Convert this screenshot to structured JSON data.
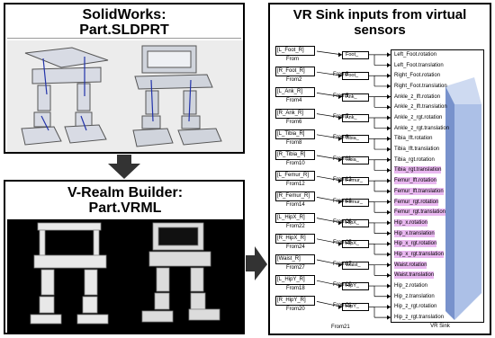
{
  "solidworks": {
    "title_line1": "SolidWorks:",
    "title_line2": "Part.SLDPRT"
  },
  "vrealm": {
    "title_line1": "V-Realm Builder:",
    "title_line2": "Part.VRML"
  },
  "diagram": {
    "title_line1": "VR Sink inputs from virtual",
    "title_line2": "sensors",
    "from_tags": [
      "[L_Foot_R]",
      "[R_Foot_R]",
      "[L_Ank_R]",
      "[R_Ank_R]",
      "[L_Tibia_R]",
      "[R_Tibia_R]",
      "[L_Femur_R]",
      "[R_Femur_R]",
      "[L_HipX_R]",
      "[R_HipX_R]",
      "[Waist_R]",
      "[L_HipY_R]",
      "[R_HipY_R]"
    ],
    "from_blocks": [
      "From",
      "From2",
      "From4",
      "From6",
      "From8",
      "From10",
      "From12",
      "From14",
      "From22",
      "From24",
      "From27",
      "From18",
      "From20"
    ],
    "goto_tags": [
      "Foot_",
      "Foot_",
      "Ank_",
      "Ank_",
      "Tibia_",
      "Tibia_",
      "Femur_",
      "Femur_",
      "HipX_",
      "HipX_",
      "Waist_",
      "HipY_",
      "HipY_"
    ],
    "goto_blocks": [
      "From3",
      "From5",
      "From7",
      "From9",
      "From11",
      "From13",
      "From16",
      "From26",
      "From25",
      "From17",
      "From19",
      "From21"
    ],
    "ports": [
      "Left_Foot.rotation",
      "Left_Foot.translation",
      "Right_Foot.rotation",
      "Right_Foot.translation",
      "Ankle_z_lft.rotation",
      "Ankle_z_lft.translation",
      "Ankle_z_rgt.rotation",
      "Ankle_z_rgt.translation",
      "Tibia_lft.rotation",
      "Tibia_lft.translation",
      "Tibia_rgt.rotation",
      "Tibia_rgt.translation",
      "Femur_lft.rotation",
      "Femur_lft.translation",
      "Femur_rgt.rotation",
      "Femur_rgt.translation",
      "Hip_x.rotation",
      "Hip_x.translation",
      "Hip_x_rgt.rotation",
      "Hip_x_rgt.translation",
      "Waist.rotation",
      "Waist.translation",
      "Hip_z.rotation",
      "Hip_z.translation",
      "Hip_z_rgt.rotation",
      "Hip_z_rgt.translation"
    ],
    "sink_name": "VR Sink",
    "from_tail": "From21"
  },
  "colors": {
    "arrow": "#333333",
    "highlight": "#e9b8f0",
    "prism_light": "#c9d6f0",
    "prism_dark": "#6f89c8"
  }
}
